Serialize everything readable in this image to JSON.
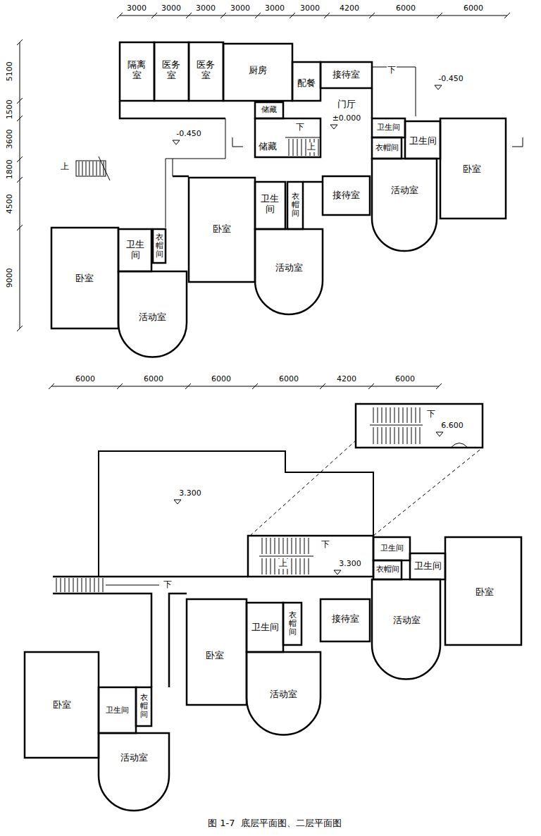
{
  "diagram": {
    "caption": "图 1-7  底层平面图、二层平面图",
    "labels": [
      "3000",
      "3000",
      "3000",
      "3000",
      "3000",
      "3000",
      "4200",
      "6000",
      "6000",
      "5100",
      "1500",
      "3600",
      "1800",
      "4500",
      "9000",
      "隔离 室",
      "医务 室",
      "医务 室",
      "厨房",
      "配餐",
      "接待室",
      "储藏",
      "-0.450",
      "下",
      "门厅",
      "±0.000",
      "下",
      "上",
      "储藏",
      "卫生间",
      "衣帽间",
      "卫生间",
      "卧室",
      "-0.450",
      "上",
      "卫生 间",
      "衣帽间",
      "接待室",
      "活动室",
      "卧室",
      "活动室",
      "卫生 间",
      "衣帽间",
      "卧室",
      "活动室",
      "6000",
      "6000",
      "6000",
      "6000",
      "4200",
      "6000",
      "下",
      "6.600",
      "3.300",
      "下",
      "上",
      "3.300",
      "卫生间",
      "衣帽间",
      "卫生间",
      "卧室",
      "下",
      "卫生间",
      "衣帽间",
      "接待室",
      "活动室",
      "卧室",
      "活动室",
      "卫生间",
      "衣帽间",
      "卧室",
      "活动室"
    ]
  }
}
